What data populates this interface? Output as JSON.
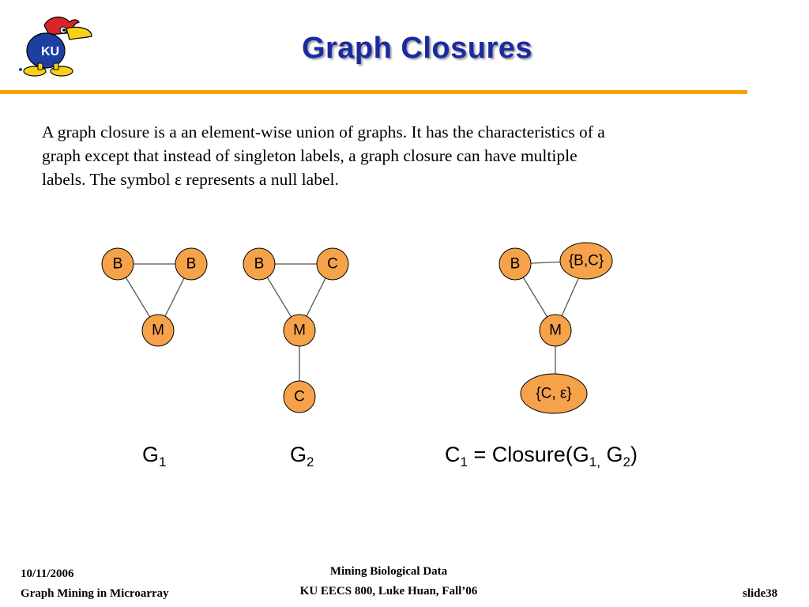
{
  "slide": {
    "title": "Graph Closures",
    "logo_text": "KU",
    "body_lines": [
      "A graph closure is a an element-wise union of graphs.  It has the characteristics of a",
      "graph except that instead of singleton labels, a graph closure can have multiple",
      "labels.  The symbol ε represents a null label."
    ]
  },
  "colors": {
    "title": "#1a2aa0",
    "rule": "#f5a300",
    "node_fill": "#f5a24a",
    "node_stroke": "#000000",
    "edge": "#555555"
  },
  "graphs": {
    "g1": {
      "nodes": [
        "B",
        "B",
        "M"
      ],
      "edges": [
        [
          "B",
          "B"
        ],
        [
          "B",
          "M"
        ],
        [
          "B",
          "M"
        ]
      ]
    },
    "g2": {
      "nodes": [
        "B",
        "C",
        "M",
        "C"
      ],
      "edges": [
        [
          "B",
          "C"
        ],
        [
          "B",
          "M"
        ],
        [
          "C",
          "M"
        ],
        [
          "M",
          "C"
        ]
      ]
    },
    "c1": {
      "nodes": [
        "B",
        "{B,C}",
        "M",
        "{C, ε}"
      ],
      "edges": [
        [
          "B",
          "{B,C}"
        ],
        [
          "B",
          "M"
        ],
        [
          "{B,C}",
          "M"
        ],
        [
          "M",
          "{C, ε}"
        ]
      ]
    }
  },
  "captions": {
    "g1": {
      "base": "G",
      "sub": "1"
    },
    "g2": {
      "base": "G",
      "sub": "2"
    },
    "c1": {
      "c": "C",
      "c_sub": "1",
      "eq": " = Closure(G",
      "g1_sub": "1,",
      "g2": " G",
      "g2_sub": "2",
      "close": ")"
    }
  },
  "footer": {
    "date": "10/11/2006",
    "course_title": "Graph Mining in Microarray",
    "center_line1": "Mining Biological Data",
    "center_line2": "KU EECS 800, Luke Huan, Fall’06",
    "slide_number": "slide38"
  }
}
